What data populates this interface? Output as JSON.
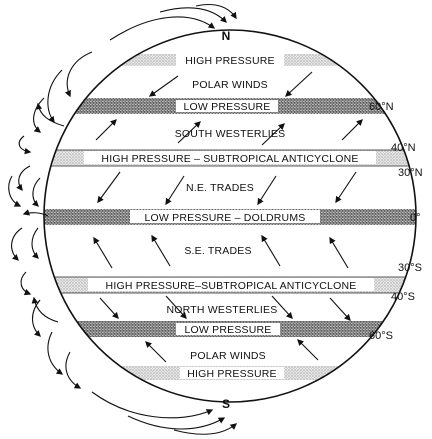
{
  "poles": {
    "north": "N",
    "south": "S"
  },
  "bands": {
    "north_high": "HIGH PRESSURE",
    "north_low": "LOW PRESSURE",
    "north_subtropical": "HIGH PRESSURE – SUBTROPICAL ANTICYCLONE",
    "equator": "LOW PRESSURE – DOLDRUMS",
    "south_subtropical": "HIGH PRESSURE–SUBTROPICAL ANTICYCLONE",
    "south_low": "LOW PRESSURE",
    "south_high": "HIGH PRESSURE"
  },
  "winds": {
    "polar_north": "POLAR WINDS",
    "south_westerlies": "SOUTH WESTERLIES",
    "ne_trades": "N.E. TRADES",
    "se_trades": "S.E. TRADES",
    "north_westerlies": "NORTH WESTERLIES",
    "polar_south": "POLAR WINDS"
  },
  "latitudes": {
    "n60": "60°N",
    "n40": "40°N",
    "n30": "30°N",
    "eq": "0°",
    "s30": "30°S",
    "s40": "40°S",
    "s60": "60°S"
  }
}
